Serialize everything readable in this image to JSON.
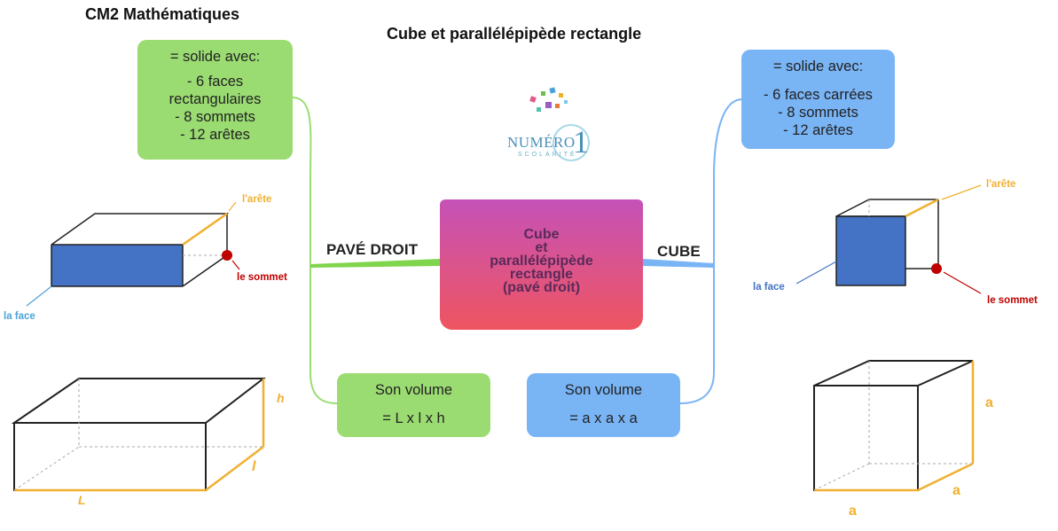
{
  "header": {
    "subject": "CM2 Mathématiques",
    "title": "Cube et parallélépipède rectangle"
  },
  "logo": {
    "name": "NUMÉRO",
    "number": "1",
    "sub": "SCOLARITÉ"
  },
  "center": {
    "lines": [
      "Cube",
      "et",
      "parallélépipède",
      "rectangle",
      "(pavé droit)"
    ]
  },
  "left_branch": {
    "label": "PAVÉ DROIT",
    "definition": [
      "= solide avec:",
      "- 6 faces",
      "rectangulaires",
      "- 8 sommets",
      "- 12 arêtes"
    ],
    "volume": [
      "Son volume",
      "= L x l x h"
    ],
    "figure_labels": {
      "edge": "l'arête",
      "vertex": "le sommet",
      "face": "la face"
    },
    "dims": {
      "length": "L",
      "width": "l",
      "height": "h"
    }
  },
  "right_branch": {
    "label": "CUBE",
    "definition": [
      "= solide avec:",
      "- 6 faces carrées",
      "- 8 sommets",
      "- 12 arêtes"
    ],
    "volume": [
      "Son volume",
      "= a x a x a"
    ],
    "figure_labels": {
      "edge": "l'arête",
      "vertex": "le sommet",
      "face": "la face"
    },
    "dims": {
      "side_right": "a",
      "side_depth": "a",
      "side_bottom": "a"
    }
  },
  "colors": {
    "green": "#9bdc72",
    "blue": "#79b4f5",
    "face_blue": "#4472c4",
    "edge_orange": "#f0b030",
    "vertex_red": "#c00000",
    "center_top": "#c552b8",
    "center_bottom": "#ef5560"
  }
}
